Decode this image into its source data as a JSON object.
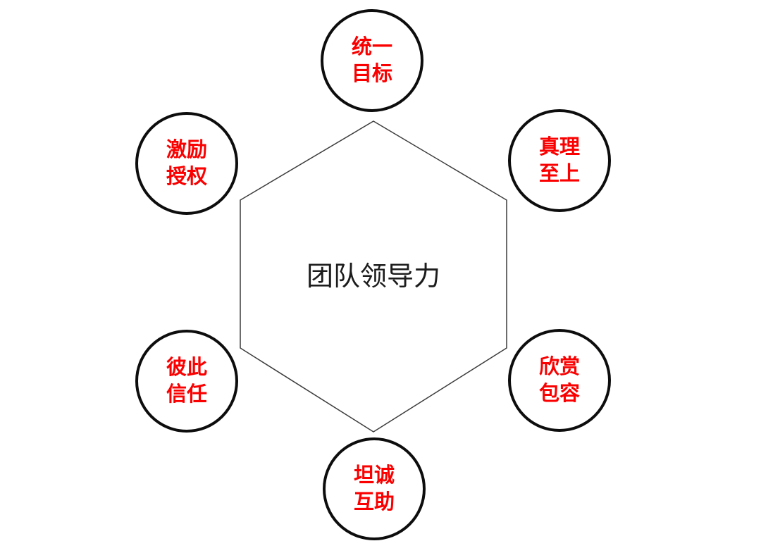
{
  "center": {
    "title": "团队领导力"
  },
  "nodes": [
    {
      "id": "top",
      "line1": "统一",
      "line2": "目标"
    },
    {
      "id": "top-right",
      "line1": "真理",
      "line2": "至上"
    },
    {
      "id": "bottom-right",
      "line1": "欣赏",
      "line2": "包容"
    },
    {
      "id": "bottom",
      "line1": "坦诚",
      "line2": "互助"
    },
    {
      "id": "bottom-left",
      "line1": "彼此",
      "line2": "信任"
    },
    {
      "id": "top-left",
      "line1": "激励",
      "line2": "授权"
    }
  ],
  "colors": {
    "node_label": "#fa0000",
    "node_border": "#0d0d0d",
    "hexagon_stroke": "#3c3c3c",
    "title_text": "#1c1c1c",
    "background": "#ffffff"
  }
}
